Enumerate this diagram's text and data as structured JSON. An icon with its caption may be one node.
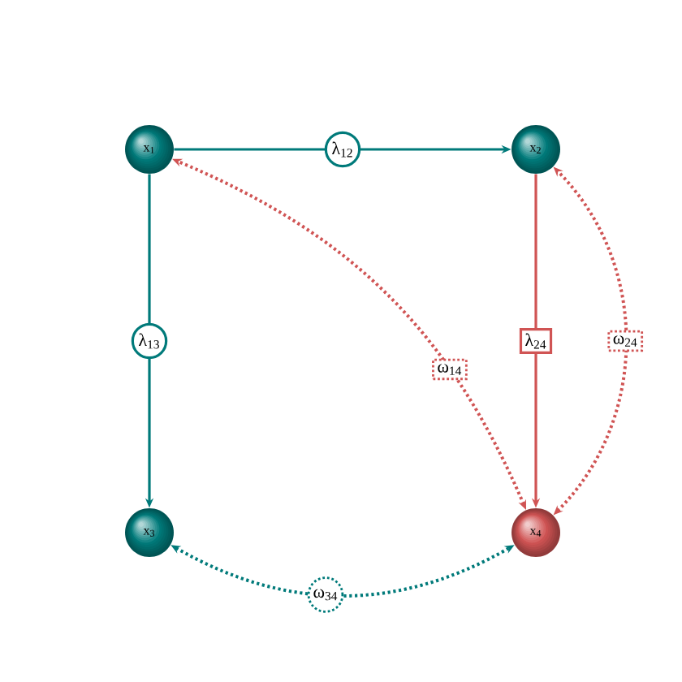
{
  "diagram": {
    "nodes": [
      {
        "text": [
          "x$_{1}$"
        ]
      },
      {
        "text": [
          "x$_{2}$"
        ]
      },
      {
        "text": [
          "x$_{3}$"
        ]
      },
      {
        "text": [
          "x$_{4}$"
        ]
      }
    ],
    "edges": [
      {
        "from": 0,
        "to": 1,
        "arrow": "to",
        "label": "λ$_{12}$",
        "color": "#007a7a"
      },
      {
        "from": 0,
        "to": 2,
        "arrow": "to",
        "label": "λ$_{13}$",
        "color": "#007a7a"
      },
      {
        "from": 1,
        "to": 3,
        "arrow": "to",
        "label": "λ$_{24}$",
        "color": "#d05454"
      },
      {
        "from": 3,
        "to": 0,
        "arrow": "both",
        "label": "ω$_{14}$",
        "style": "dashed",
        "color": "#d05454"
      },
      {
        "from": 3,
        "to": 1,
        "arrow": "both",
        "label": "ω$_{24}$",
        "style": "dashed",
        "color": "#d05454"
      },
      {
        "from": 2,
        "to": 3,
        "arrow": "both",
        "label": "ω$_{34}$",
        "style": "dashed",
        "color": "#007a7a"
      }
    ]
  }
}
